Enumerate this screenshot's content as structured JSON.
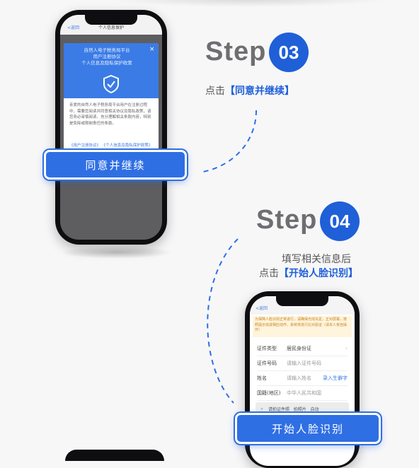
{
  "step3": {
    "word": "Step",
    "number": "03",
    "caption_prefix": "点击",
    "caption_highlight": "【同意并继续】",
    "phone": {
      "back_label": "<返回",
      "title": "个人信息保护",
      "close_icon": "close-icon",
      "modal_header": "自然人电子税务局平台\n用户注册协议\n个人信息及隐私保护政策",
      "shield_icon": "shield-check-icon",
      "body_text": "亲爱的自然人电子税务局平台用户在注册过程中，需要您阅读并同意相关协议及隐私政策，请您务必审慎阅读、充分理解相关条款内容，特别是免除或限制责任的条款。",
      "links": "《用户注册协议》  《个人信息及隐私保护政策》",
      "agree_button": "同意并继续"
    },
    "accent": "#1f5fd8"
  },
  "step4": {
    "word": "Step",
    "number": "04",
    "caption_line1": "填写相关信息后",
    "caption_prefix": "点击",
    "caption_highlight": "【开始人脸识别】",
    "phone": {
      "back_label": "<返回",
      "notice": "为保障人脸识别正常进行，请确保光线充足，正对屏幕，按照提示完成相应动作，系统将进行比对验证（请本人亲自操作）",
      "fields": [
        {
          "label": "证件类型",
          "value": "居民身份证"
        },
        {
          "label": "证件号码",
          "value": "请输入证件号码"
        },
        {
          "label": "姓名",
          "value": "请输入姓名",
          "action": "录入生僻字"
        },
        {
          "label": "国籍(地区)",
          "value": "中华人民共和国"
        }
      ],
      "toolbar_prev": "»",
      "toolbar_items": "请拍证件照   拍照片   自动",
      "start_button": "开始人脸识别"
    }
  }
}
